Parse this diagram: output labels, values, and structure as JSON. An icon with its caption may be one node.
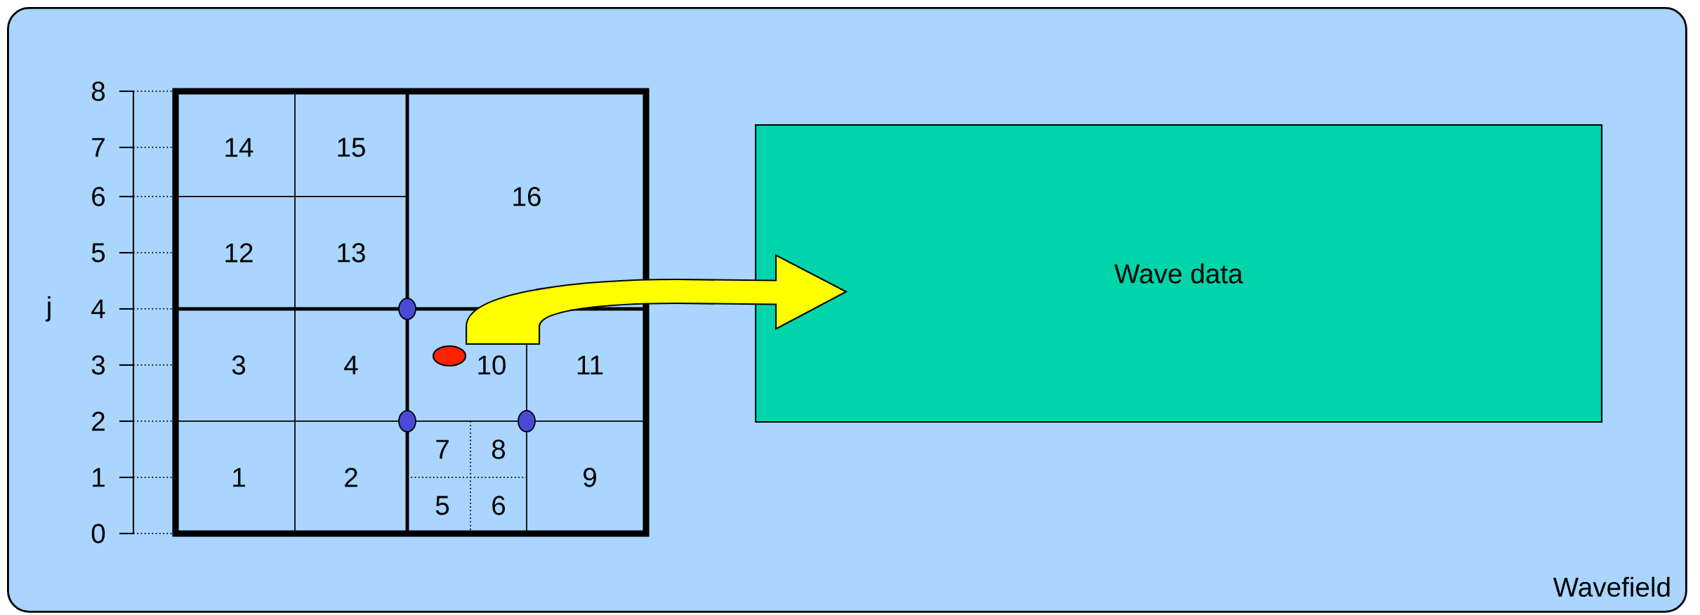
{
  "diagram": {
    "nodes": [
      {
        "text": [
          "Wavefield"
        ]
      },
      {
        "text": [
          "Wave data"
        ],
        "in": 0
      },
      {
        "text": [],
        "shape": "circle",
        "in": 0
      }
    ],
    "edges": [
      {
        "from": 2,
        "to": 1,
        "arrow": "to"
      }
    ],
    "labels": [
      "8",
      "7",
      "6",
      "5",
      "j",
      "4",
      "3",
      "2",
      "1",
      "0",
      "14",
      "15",
      "16",
      "12",
      "13",
      "3",
      "4",
      "10",
      "11",
      "7",
      "8",
      "1",
      "2",
      "9",
      "5",
      "6"
    ]
  }
}
